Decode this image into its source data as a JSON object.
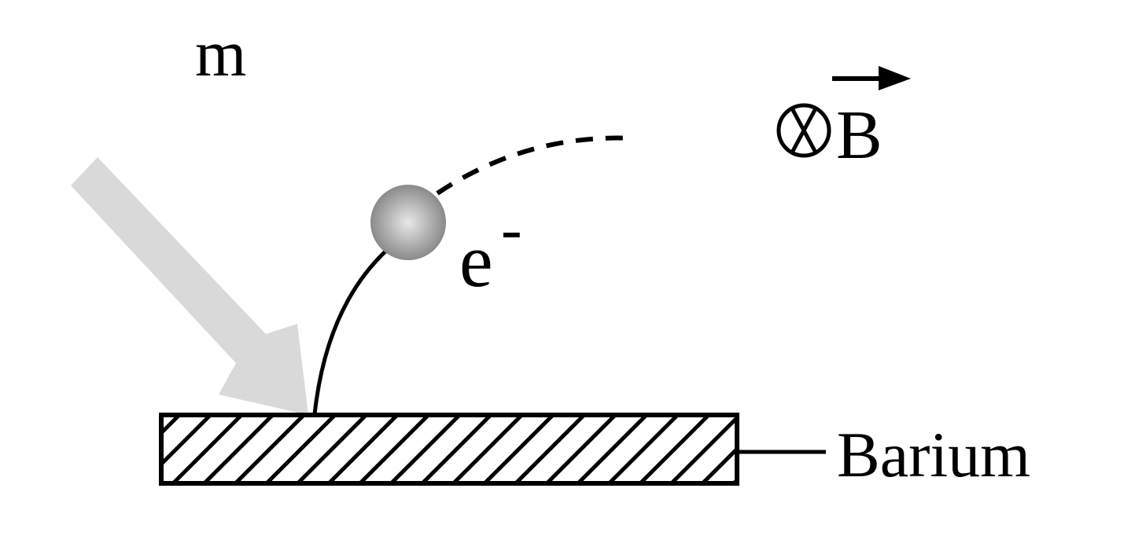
{
  "labels": {
    "top_left": "m",
    "electron": "e",
    "electron_charge": "-",
    "field": "B",
    "material": "Barium"
  },
  "colors": {
    "incident_arrow": "#d9d9d9",
    "ink": "#000000",
    "electron_light": "#e8e8e8",
    "electron_dark": "#8a8a8a"
  },
  "icons": {
    "field_direction": "into-page-cross-circle-icon",
    "vector_arrow": "vector-arrow-icon"
  }
}
